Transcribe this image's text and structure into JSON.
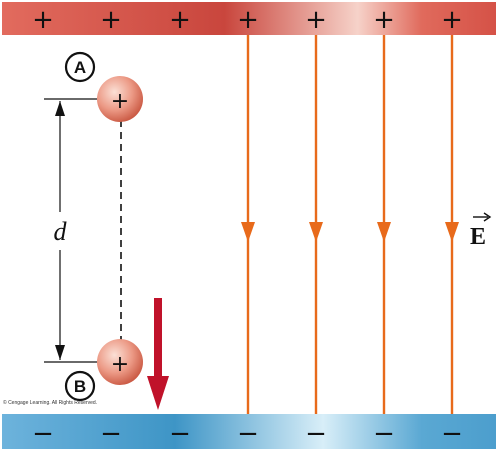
{
  "top_plate": {
    "sign": "+",
    "count": 7,
    "colors": {
      "dark": "#c9463d",
      "light": "#f6d2c9"
    }
  },
  "bottom_plate": {
    "sign": "−",
    "count": 7,
    "colors": {
      "dark": "#3e95c6",
      "light": "#d8eef8"
    }
  },
  "field_lines": {
    "count": 4,
    "color": "#e86a1b"
  },
  "charge_sign": "+",
  "point_a": {
    "label": "A"
  },
  "point_b": {
    "label": "B"
  },
  "distance_label": "d",
  "field_label": "E",
  "copyright": "© Cengage Learning. All Rights Reserved.",
  "force_arrow_color": "#c0122a"
}
